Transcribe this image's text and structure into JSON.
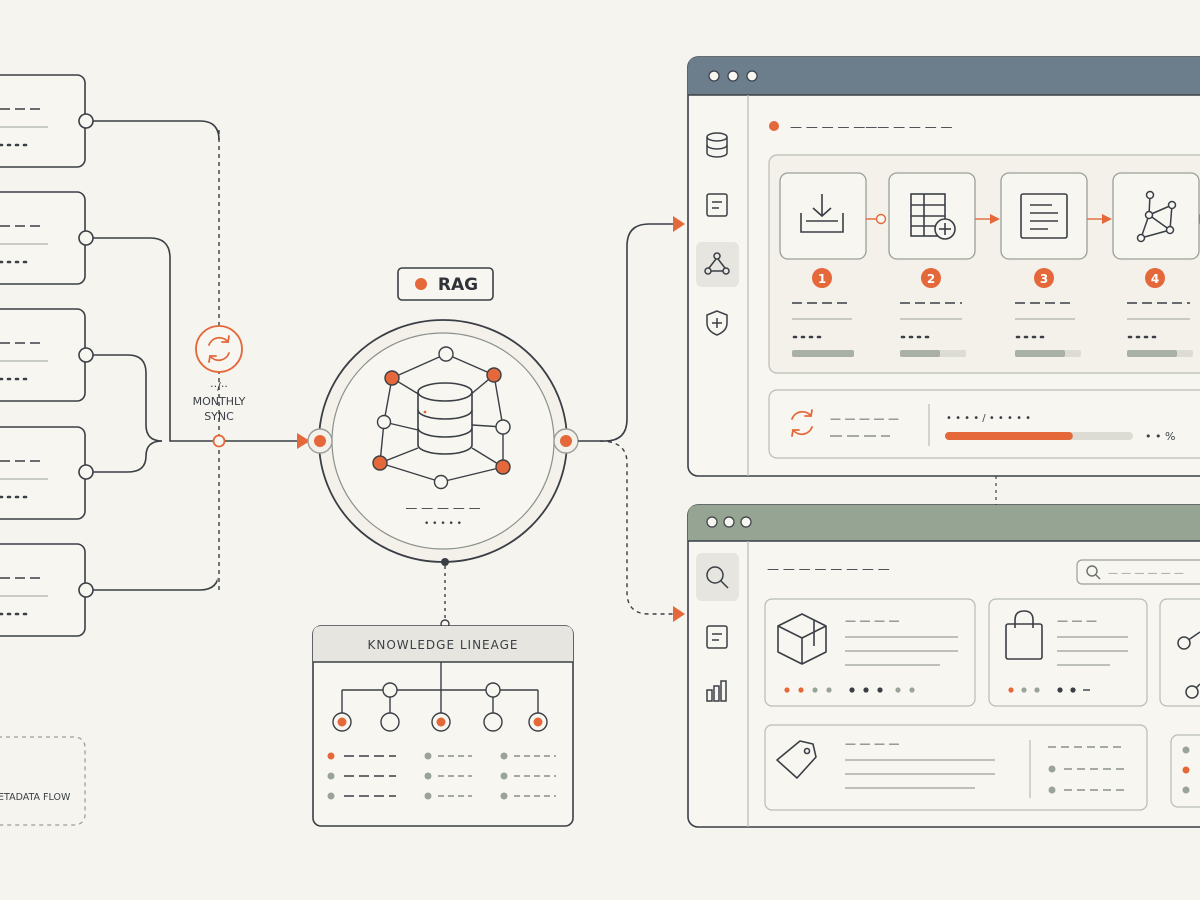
{
  "sync": {
    "value": "··/··",
    "title_line1": "MONTHLY",
    "title_line2": "SYNC"
  },
  "hub": {
    "badge_label": "RAG",
    "caption_dashes": "— — — — —",
    "caption_dots": "• • • • •"
  },
  "lineage": {
    "title": "KNOWLEDGE LINEAGE"
  },
  "metadata_flow": {
    "label": "ETADATA FLOW"
  },
  "pipeline_window": {
    "header_text": "— — — — ——— — — — —",
    "steps": [
      {
        "number": "1",
        "icon": "download-tray-icon"
      },
      {
        "number": "2",
        "icon": "table-add-icon"
      },
      {
        "number": "3",
        "icon": "document-icon"
      },
      {
        "number": "4",
        "icon": "graph-nodes-icon"
      }
    ],
    "progress": {
      "title_dashes": "— — — — —",
      "count_text": "• • • • / • • • • •",
      "percent_text": "• • %",
      "fraction": 0.68
    }
  },
  "search_window": {
    "header_text": "— — — — — — — —",
    "search_placeholder": "— — — — — —",
    "cards": [
      {
        "icon": "box-3d-icon",
        "title_dashes": "— — — —"
      },
      {
        "icon": "shopping-bag-icon",
        "title_dashes": "— — —"
      },
      {
        "icon": "price-tag-icon",
        "title_dashes": "— — — —"
      }
    ]
  },
  "colors": {
    "accent": "#e4683a",
    "ink": "#3a3f45",
    "paper": "#f6f4ee",
    "pipeline_header": "#6c7d8c",
    "search_header": "#96a493",
    "muted": "#9aa397"
  }
}
